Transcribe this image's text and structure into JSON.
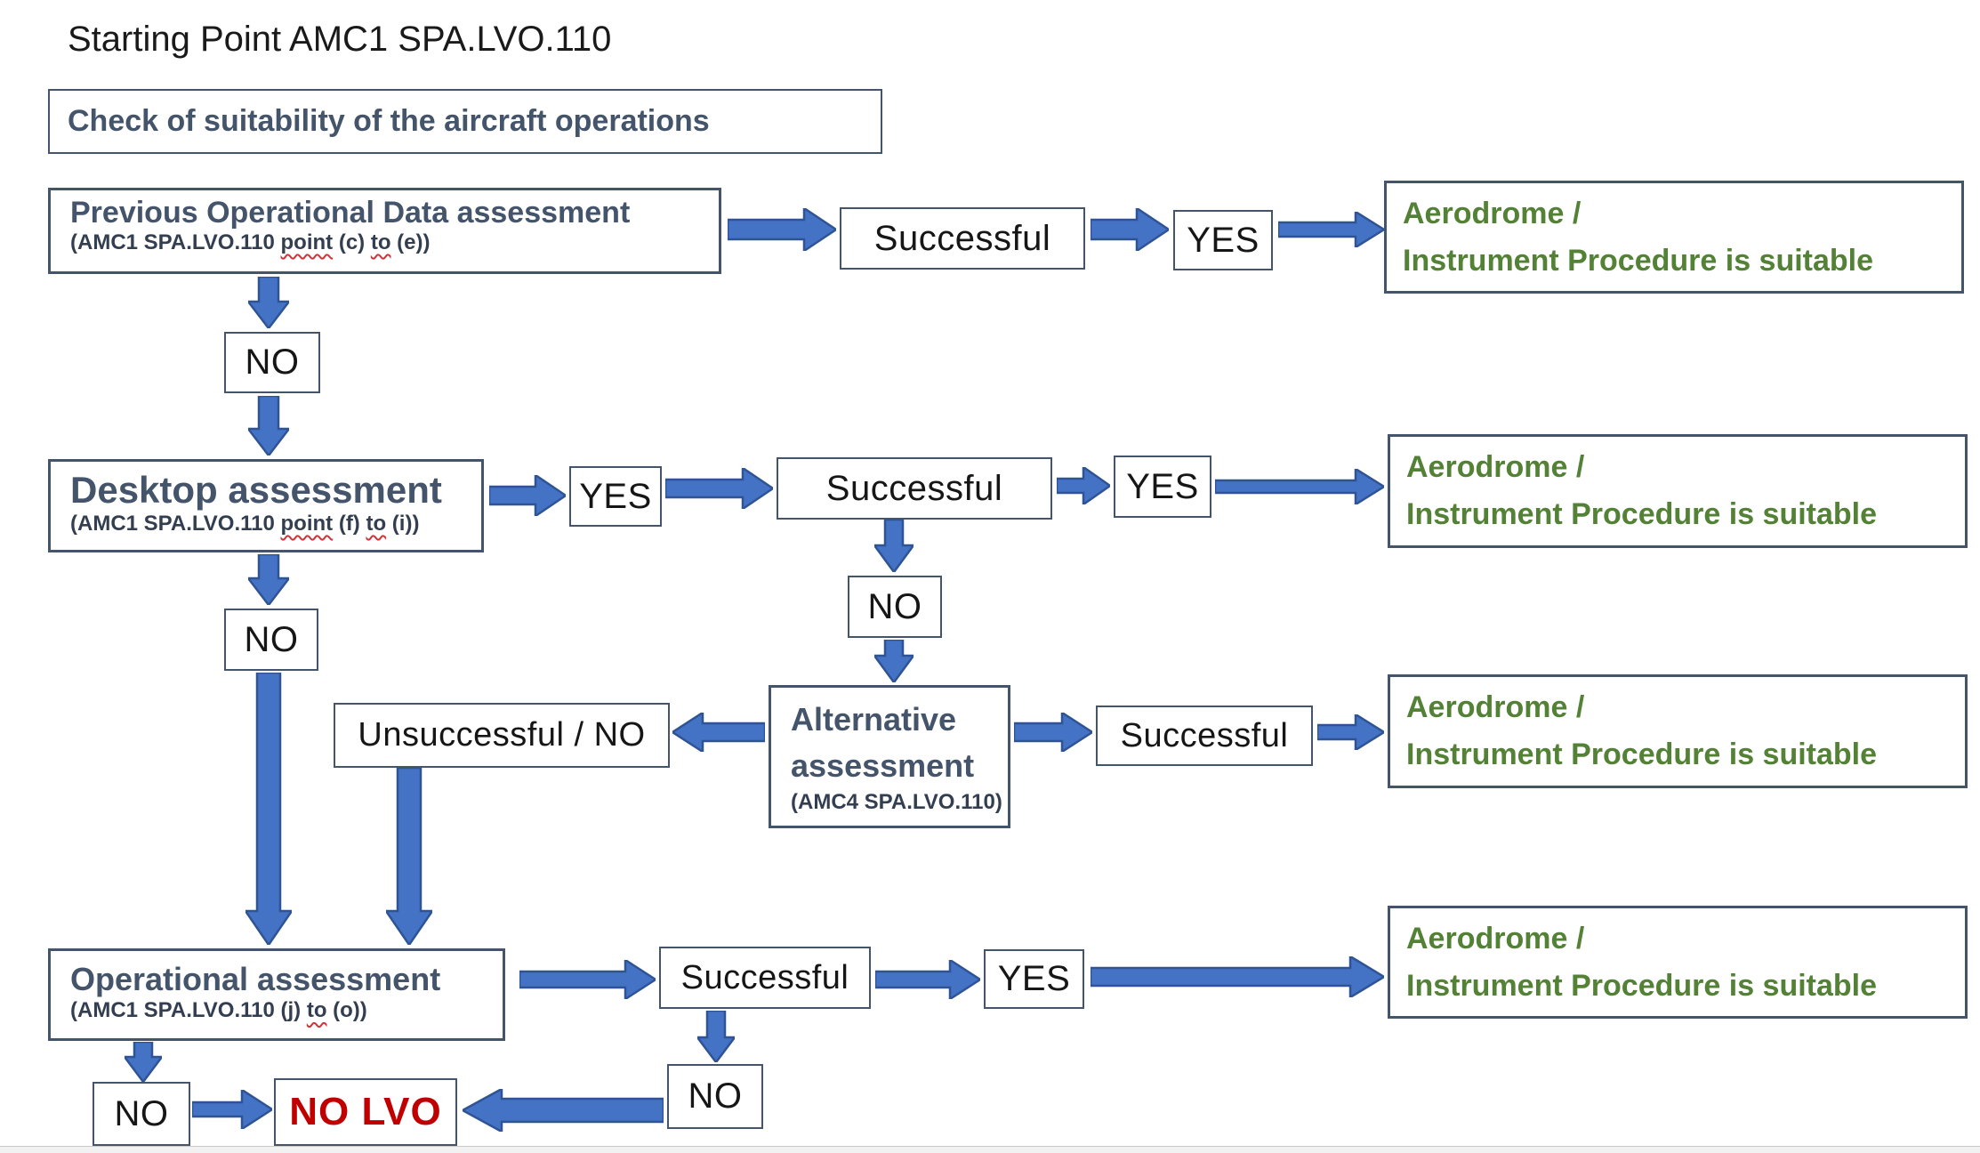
{
  "page_title": "Starting Point AMC1 SPA.LVO.110",
  "check": {
    "label": "Check of suitability of the aircraft operations"
  },
  "previous": {
    "title": "Previous Operational Data assessment",
    "sub_p1": "(AMC1 SPA.LVO.110 ",
    "sub_w1": "point",
    "sub_p2": " (c) ",
    "sub_w2": "to",
    "sub_p3": " (e))"
  },
  "desktop": {
    "title": "Desktop assessment",
    "sub_p1": "(AMC1 SPA.LVO.110 ",
    "sub_w1": "point",
    "sub_p2": " (f) ",
    "sub_w2": "to",
    "sub_p3": " (i))"
  },
  "alternative": {
    "title_line1": "Alternative",
    "title_line2": "assessment",
    "sub": "(AMC4 SPA.LVO.110)"
  },
  "operational": {
    "title": "Operational assessment",
    "sub_p1": "(AMC1 SPA.LVO.110 (j) ",
    "sub_w1": "to",
    "sub_p2": " (o))"
  },
  "labels": {
    "yes": "YES",
    "no": "NO",
    "successful": "Successful",
    "unsuccessful_no": "Unsuccessful / NO",
    "no_lvo": "NO LVO"
  },
  "outcome": {
    "line1": "Aerodrome /",
    "line2": "Instrument Procedure is suitable"
  },
  "colors": {
    "box_border": "#44546a",
    "heading_text": "#44546a",
    "subtext": "#333f50",
    "outcome_green": "#538135",
    "no_lvo_red": "#c00000",
    "arrow_fill": "#4472c4",
    "arrow_stroke": "#2f5496",
    "spellcheck_squiggle": "#d13438"
  }
}
